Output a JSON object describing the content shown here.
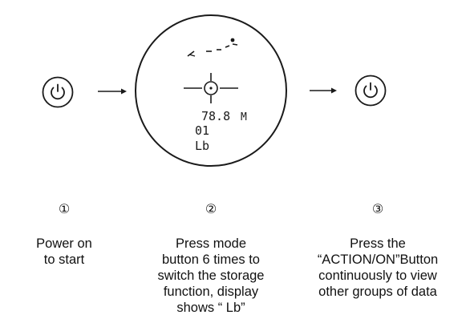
{
  "steps": [
    {
      "number": "①",
      "description": "Power on\nto start"
    },
    {
      "number": "②",
      "description": "Press mode\nbutton 6 times to\nswitch the storage\nfunction, display\nshows “ Lb”"
    },
    {
      "number": "③",
      "description": "Press the\n“ACTION/ON”Button\ncontinuously to view\nother groups of data"
    }
  ],
  "display": {
    "distance": "78.8",
    "unit": "M",
    "group": "01",
    "mode": "Lb"
  },
  "icons": {
    "left_button": "power-icon",
    "right_button": "power-icon",
    "arrow": "arrow-right-icon",
    "reticle": "crosshair-icon"
  },
  "colors": {
    "line": "#1a1a1a",
    "text": "#111111",
    "background": "#ffffff"
  }
}
